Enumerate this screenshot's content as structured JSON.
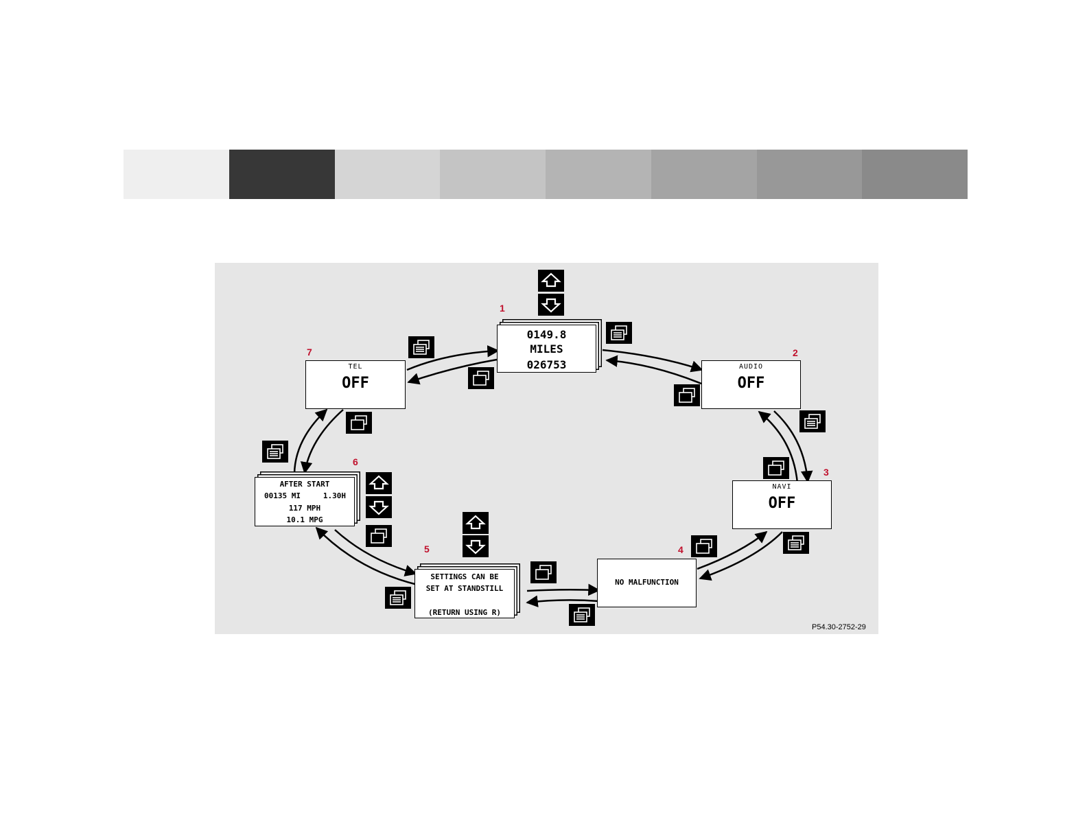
{
  "color_strip": [
    "#efefef",
    "#373737",
    "#d5d5d5",
    "#c4c4c4",
    "#b4b4b4",
    "#a4a4a4",
    "#989898",
    "#8a8a8a"
  ],
  "accent_color": "#c0102c",
  "nodes": {
    "n1": {
      "number": "1",
      "line1": "0149.8",
      "line2": "MILES",
      "line3": "026753"
    },
    "n2": {
      "number": "2",
      "label": "AUDIO",
      "value": "OFF"
    },
    "n3": {
      "number": "3",
      "label": "NAVI",
      "value": "OFF"
    },
    "n4": {
      "number": "4",
      "text": "NO MALFUNCTION"
    },
    "n5": {
      "number": "5",
      "line1": "SETTINGS CAN BE",
      "line2": "SET AT STANDSTILL",
      "line3": "(RETURN USING R)"
    },
    "n6": {
      "number": "6",
      "line1": "AFTER START",
      "distance": "00135 MI",
      "time": "1.30H",
      "speed": "117 MPH",
      "economy": "10.1 MPG"
    },
    "n7": {
      "number": "7",
      "label": "TEL",
      "value": "OFF"
    }
  },
  "icons": {
    "next": "next-display-icon",
    "previous": "previous-display-icon",
    "up": "arrow-up-icon",
    "down": "arrow-down-icon"
  },
  "figure_code": "P54.30-2752-29"
}
